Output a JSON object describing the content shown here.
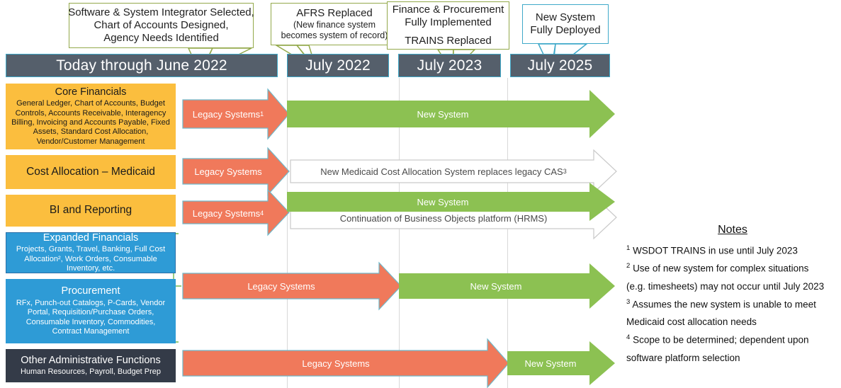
{
  "callouts": [
    {
      "id": "callout-milestone-1",
      "color": "green",
      "lines": [
        "Software & System Integrator Selected,",
        "Chart of Accounts Designed,",
        "Agency Needs Identified"
      ]
    },
    {
      "id": "callout-milestone-2",
      "color": "green",
      "title": "AFRS Replaced",
      "lines": [
        "(New finance system",
        "becomes system of record)"
      ]
    },
    {
      "id": "callout-milestone-3",
      "color": "green",
      "lines": [
        "Finance & Procurement",
        "Fully Implemented",
        "",
        "TRAINS Replaced"
      ]
    },
    {
      "id": "callout-milestone-4",
      "color": "blue",
      "lines": [
        "New System",
        "Fully Deployed"
      ]
    }
  ],
  "timeline": {
    "periods": [
      {
        "label": "Today through June 2022"
      },
      {
        "label": "July 2022"
      },
      {
        "label": "July 2023"
      },
      {
        "label": "July 2025"
      }
    ]
  },
  "categories": [
    {
      "id": "core-financials",
      "title": "Core Financials",
      "desc": "General Ledger, Chart of Accounts, Budget Controls, Accounts Receivable, Interagency Billing, Invoicing and Accounts Payable, Fixed Assets, Standard Cost Allocation, Vendor/Customer Management",
      "color": "yellow"
    },
    {
      "id": "cost-allocation-medicaid",
      "title": "Cost Allocation – Medicaid",
      "desc": "",
      "color": "yellow"
    },
    {
      "id": "bi-and-reporting",
      "title": "BI and Reporting",
      "desc": "",
      "color": "yellow"
    },
    {
      "id": "expanded-financials",
      "title": "Expanded Financials",
      "desc": "Projects, Grants, Travel, Banking, Full Cost Allocation², Work Orders, Consumable Inventory, etc.",
      "color": "blue"
    },
    {
      "id": "procurement",
      "title": "Procurement",
      "desc": "RFx, Punch-out Catalogs, P-Cards, Vendor Portal, Requisition/Purchase Orders, Consumable Inventory, Commodities, Contract Management",
      "color": "blue"
    },
    {
      "id": "other-administrative-functions",
      "title": "Other Administrative Functions",
      "desc": "Human Resources, Payroll, Budget Prep",
      "color": "dark"
    }
  ],
  "arrow_labels": {
    "legacy_1": "Legacy Systems",
    "legacy_1_sup": "1",
    "legacy_2": "Legacy Systems",
    "legacy_3": "Legacy Systems",
    "legacy_3_sup": "4",
    "legacy_4": "Legacy Systems",
    "legacy_5": "Legacy Systems",
    "new_system_1": "New System",
    "new_system_2": "New System",
    "new_system_3": "New System",
    "new_system_4": "New System",
    "medicaid_bar": "New Medicaid Cost Allocation System replaces legacy CAS",
    "medicaid_bar_sup": "3",
    "continuation_bar": "Continuation of Business Objects platform (HRMS)"
  },
  "notes": {
    "title": "Notes",
    "items": [
      {
        "sup": "1",
        "lines": [
          "WSDOT TRAINS in use until July 2023"
        ]
      },
      {
        "sup": "2",
        "lines": [
          "Use of new system for complex situations",
          "(e.g. timesheets) may not occur until July 2023"
        ]
      },
      {
        "sup": "3",
        "lines": [
          "Assumes the new system is unable to meet",
          "Medicaid cost allocation needs"
        ]
      },
      {
        "sup": "4",
        "lines": [
          "Scope to be determined; dependent upon",
          "software platform selection"
        ]
      }
    ]
  },
  "colors": {
    "legacy_orange": "#F0795B",
    "new_system_green": "#8CC152",
    "period_bar": "#555F6B",
    "category_yellow": "#FBBE3E",
    "category_blue": "#2E9BD6",
    "category_dark": "#343B48",
    "callout_border_green": "#93A94B",
    "callout_border_blue": "#3FA9C9",
    "gridline": "#D8D8D8"
  }
}
